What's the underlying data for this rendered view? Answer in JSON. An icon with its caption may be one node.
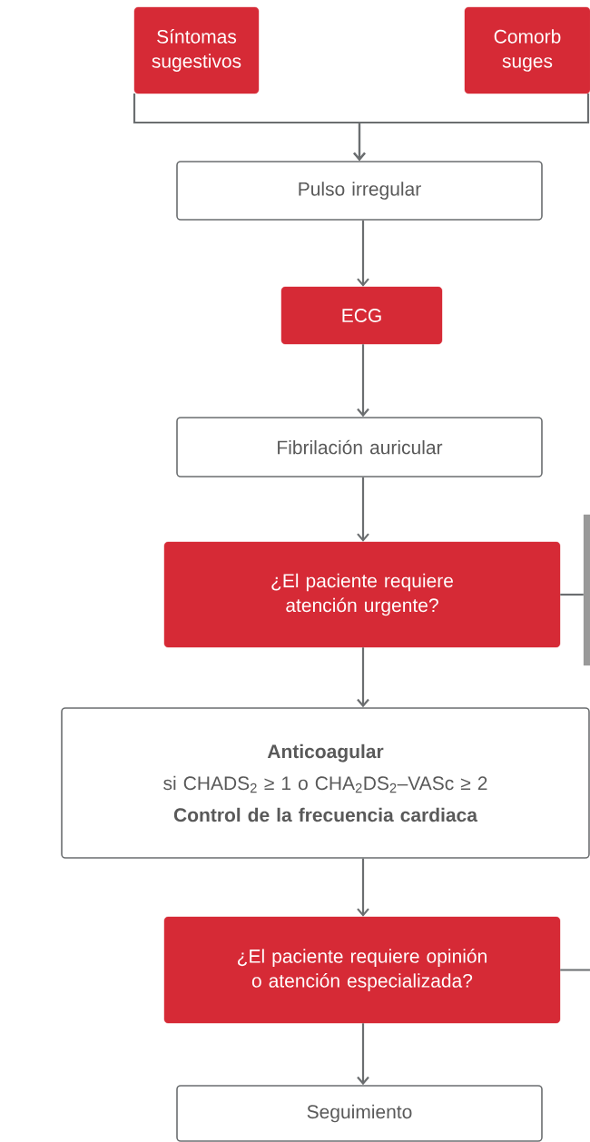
{
  "diagram": {
    "nodes": [
      {
        "text": [
          "Síntomas sugestivos"
        ]
      },
      {
        "text": [
          "Comorb suges"
        ]
      },
      {
        "text": [
          "Pulso irregular"
        ]
      },
      {
        "text": [
          "ECG"
        ]
      },
      {
        "text": [
          "Fibrilación auricular"
        ]
      },
      {
        "text": [
          "¿El paciente requiere atención urgente?"
        ]
      },
      {
        "text": [],
        "shape": "bar"
      },
      {
        "text": [
          "Anticoagular",
          "si CHADS$_{2}$ ≥ 1 o CHA$_{2}$DS$_{2}$–VASc ≥ 2",
          "Control de la frecuencia cardiaca"
        ]
      },
      {
        "text": [
          "¿El paciente requiere opinión o atención especializada?"
        ]
      },
      {
        "text": [
          "Seguimiento"
        ]
      }
    ],
    "edges": [
      {
        "from": 0,
        "to": 2,
        "arrow": "to"
      },
      {
        "from": 1,
        "to": 2,
        "arrow": "to"
      },
      {
        "from": 2,
        "to": 3,
        "arrow": "to"
      },
      {
        "from": 3,
        "to": 4,
        "arrow": "to"
      },
      {
        "from": 4,
        "to": 5,
        "arrow": "to"
      },
      {
        "from": 5,
        "to": 6,
        "arrow": "none"
      },
      {
        "from": 5,
        "to": 7,
        "arrow": "to"
      },
      {
        "from": 7,
        "to": 8,
        "arrow": "to"
      },
      {
        "from": 8,
        "to": 9,
        "arrow": "to"
      },
      {
        "from": 8,
        "to": null,
        "arrow": "none"
      }
    ]
  }
}
